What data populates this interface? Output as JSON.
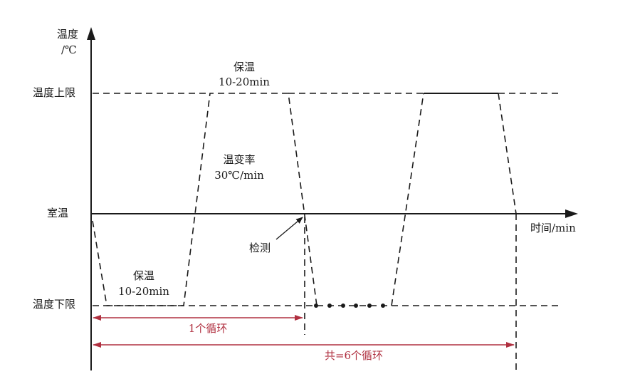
{
  "axes": {
    "y_label_line1": "温度",
    "y_label_line2": "/℃",
    "x_label": "时间/min"
  },
  "levels": {
    "upper": "温度上限",
    "room": "室温",
    "lower": "温度下限"
  },
  "annotations": {
    "hold_upper_title": "保温",
    "hold_upper_time": "10-20min",
    "rate_title": "温变率",
    "rate_value": "30℃/min",
    "detect": "检测",
    "hold_lower_title": "保温",
    "hold_lower_time": "10-20min"
  },
  "spans": {
    "one_cycle": "1个循环",
    "total": "共=6个循环"
  },
  "colors": {
    "line": "#1a1a1a",
    "span_arrow": "#b03040"
  }
}
